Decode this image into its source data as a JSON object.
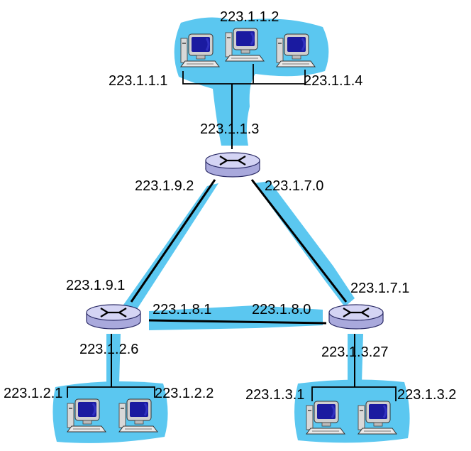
{
  "colors": {
    "subnet_blue": "#5bc7f0",
    "router_fill": "#c9c9f0",
    "router_stroke": "#2b2b66",
    "link": "#000000",
    "monitor_screen": "#1a1aa0"
  },
  "labels": {
    "top_host_1": "223.1.1.1",
    "top_host_2": "223.1.1.2",
    "top_host_4": "223.1.1.4",
    "top_router_if_1": "223.1.1.3",
    "top_router_if_9": "223.1.9.2",
    "top_router_if_7": "223.1.7.0",
    "left_router_if_9": "223.1.9.1",
    "left_router_if_8": "223.1.8.1",
    "left_router_if_2": "223.1.2.6",
    "right_router_if_8": "223.1.8.0",
    "right_router_if_7": "223.1.7.1",
    "right_router_if_3": "223.1.3.27",
    "left_host_1": "223.1.2.1",
    "left_host_2": "223.1.2.2",
    "right_host_1": "223.1.3.1",
    "right_host_2": "223.1.3.2"
  },
  "icons": {
    "router": "router-icon",
    "host": "desktop-computer-icon"
  }
}
